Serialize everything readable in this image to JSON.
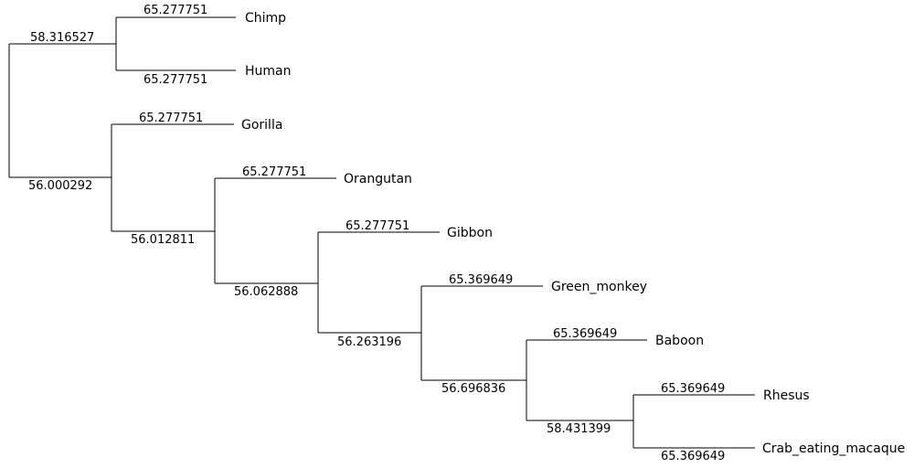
{
  "tree": {
    "taxa": {
      "chimp": "Chimp",
      "human": "Human",
      "gorilla": "Gorilla",
      "orangutan": "Orangutan",
      "gibbon": "Gibbon",
      "green_monkey": "Green_monkey",
      "baboon": "Baboon",
      "rhesus": "Rhesus",
      "crab_eating_macaque": "Crab_eating_macaque"
    },
    "branch_labels": {
      "chimp": "65.277751",
      "human": "65.277751",
      "gorilla": "65.277751",
      "orangutan": "65.277751",
      "gibbon": "65.277751",
      "green_monkey": "65.369649",
      "baboon": "65.369649",
      "rhesus": "65.369649",
      "crab_eating_macaque": "65.369649",
      "chimp_human_clade": "58.316527",
      "root_lower_clade": "56.000292",
      "gorilla_sister_clade": "56.012811",
      "orangutan_sister_clade": "56.062888",
      "gibbon_sister_clade": "56.263196",
      "green_monkey_sister_clade": "56.696836",
      "macaque_clade": "58.431399"
    }
  }
}
